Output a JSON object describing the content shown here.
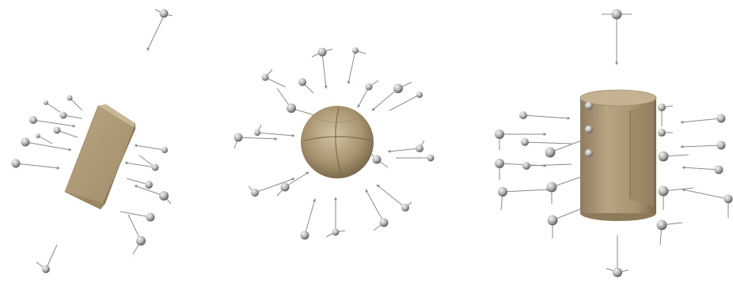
{
  "scene": {
    "background": "#ffffff",
    "panels": [
      {
        "shape": "box",
        "shape_name": "box-primitive"
      },
      {
        "shape": "sphere",
        "shape_name": "sphere-primitive"
      },
      {
        "shape": "cylinder",
        "shape_name": "cylinder-primitive"
      }
    ],
    "colors": {
      "solid_fill": "#b39f80",
      "solid_dark": "#7f6c52",
      "solid_light": "#c9b79a",
      "node_fill": "#b9b9b9",
      "node_dark": "#6e6e6e",
      "line": "#7a7a7a"
    }
  }
}
